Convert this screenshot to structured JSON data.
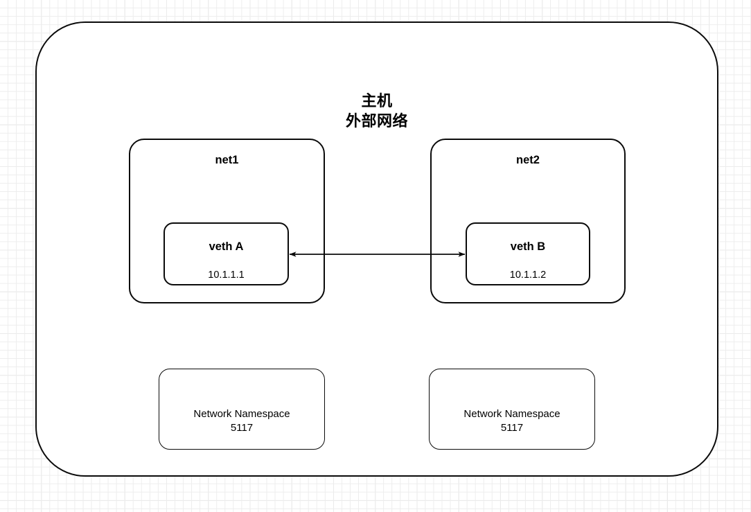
{
  "diagram": {
    "title": "Network namespace veth pair diagram",
    "background": {
      "color": "#ffffff",
      "grid_minor_color": "#ededed",
      "grid_major_color": "#e0e0e0"
    },
    "stroke_color": "#0a0a0a",
    "text_color": "#000000"
  },
  "host": {
    "title_line1": "主机",
    "title_line2": "外部网络"
  },
  "namespaces": [
    {
      "net_label": "net1",
      "veth_name": "veth A",
      "veth_ip": "10.1.1.1",
      "ns_line1": "Network Namespace",
      "ns_line2": "5117"
    },
    {
      "net_label": "net2",
      "veth_name": "veth B",
      "veth_ip": "10.1.1.2",
      "ns_line1": "Network Namespace",
      "ns_line2": "5117"
    }
  ],
  "connector": {
    "kind": "double-headed-arrow",
    "from": "veth A",
    "to": "veth B",
    "label": ""
  }
}
